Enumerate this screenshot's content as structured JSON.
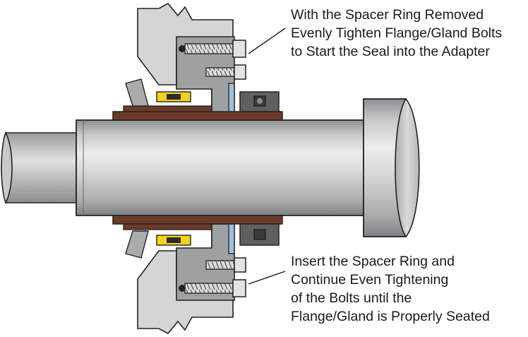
{
  "annotations": {
    "top": {
      "lines": [
        "With the Spacer Ring Removed",
        "Evenly Tighten Flange/Gland Bolts",
        "to Start the Seal into the Adapter"
      ]
    },
    "bottom": {
      "lines": [
        "Insert the Spacer Ring and",
        "Continue Even Tightening",
        "of the Bolts until the",
        "Flange/Gland is Properly Seated"
      ]
    }
  },
  "colors": {
    "shaft": "#c4c6c8",
    "housing": "#d3d5d7",
    "gland": "#9ea1a4",
    "sleeve": "#6b3a2a",
    "spacer_ring": "#9dbfdc",
    "spring_clip": "#f2d21b",
    "collar": "#5e6063",
    "outline": "#222222"
  }
}
